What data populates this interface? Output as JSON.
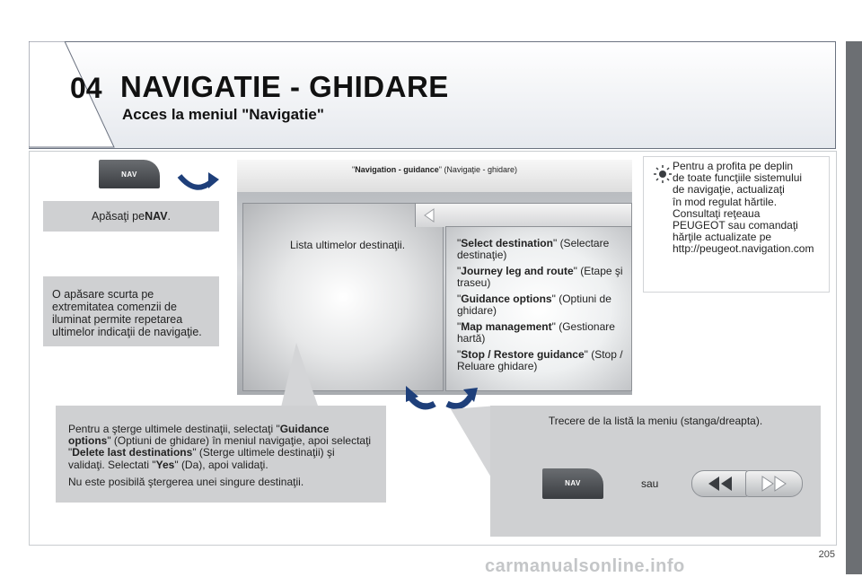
{
  "header": {
    "chapter": "04",
    "title": "NAVIGATIE - GHIDARE",
    "subtitle": "Acces la meniul \"Navigatie\""
  },
  "nav_button_label": "NAV",
  "press_box": {
    "prefix": "Apăsaţi pe ",
    "bold": "NAV",
    "suffix": "."
  },
  "short_press_box": {
    "lines": [
      "O apăsare scurta pe",
      "extremitatea comenzii de",
      "iluminat permite repetarea",
      "ultimelor indicaţii de navigaţie."
    ]
  },
  "screen": {
    "title_bold": "Navigation - guidance",
    "title_rest": " (Navigaţie - ghidare)",
    "left_panel_text": "Lista ultimelor destinaţii.",
    "menu_items": [
      {
        "bold": "Select destination",
        "rest": "\" (Selectare destinaţie)"
      },
      {
        "bold": "Journey leg and route",
        "rest": "\" (Etape şi traseu)"
      },
      {
        "bold": "Guidance options",
        "rest": "\" (Optiuni de ghidare)"
      },
      {
        "bold": "Map management",
        "rest": "\" (Gestionare hartă)"
      },
      {
        "bold": "Stop / Restore guidance",
        "rest": "\" (Stop / Reluare ghidare)"
      }
    ]
  },
  "tip_box": {
    "lines": [
      "Pentru a profita pe deplin",
      "de toate funcţiile sistemului",
      "de navigaţie, actualizaţi",
      "în mod regulat hărtile.",
      "Consultaţi reţeaua",
      "PEUGEOT sau comandaţi",
      "hărţile actualizate pe",
      "http://peugeot.navigation.com"
    ]
  },
  "delete_box": {
    "p1": [
      {
        "t": "Pentru a şterge ultimele destinaţii, selectaţi \"",
        "b": false
      },
      {
        "t": "Guidance options",
        "b": true
      },
      {
        "t": "\" (Optiuni de ghidare) în meniul navigaţie, apoi selectaţi \"",
        "b": false
      },
      {
        "t": "Delete last destinations",
        "b": true
      },
      {
        "t": "\" (Sterge ultimele destinaţii) şi validaţi. Selectati \"",
        "b": false
      },
      {
        "t": "Yes",
        "b": true
      },
      {
        "t": "\" (Da), apoi validaţi.",
        "b": false
      }
    ],
    "p2": "Nu este posibilă ştergerea unei singure destinaţii."
  },
  "switch_box": {
    "text": "Trecere de la listă la meniu (stanga/dreapta).",
    "or": "sau"
  },
  "page_number": "205",
  "watermark": "carmanualsonline.info"
}
